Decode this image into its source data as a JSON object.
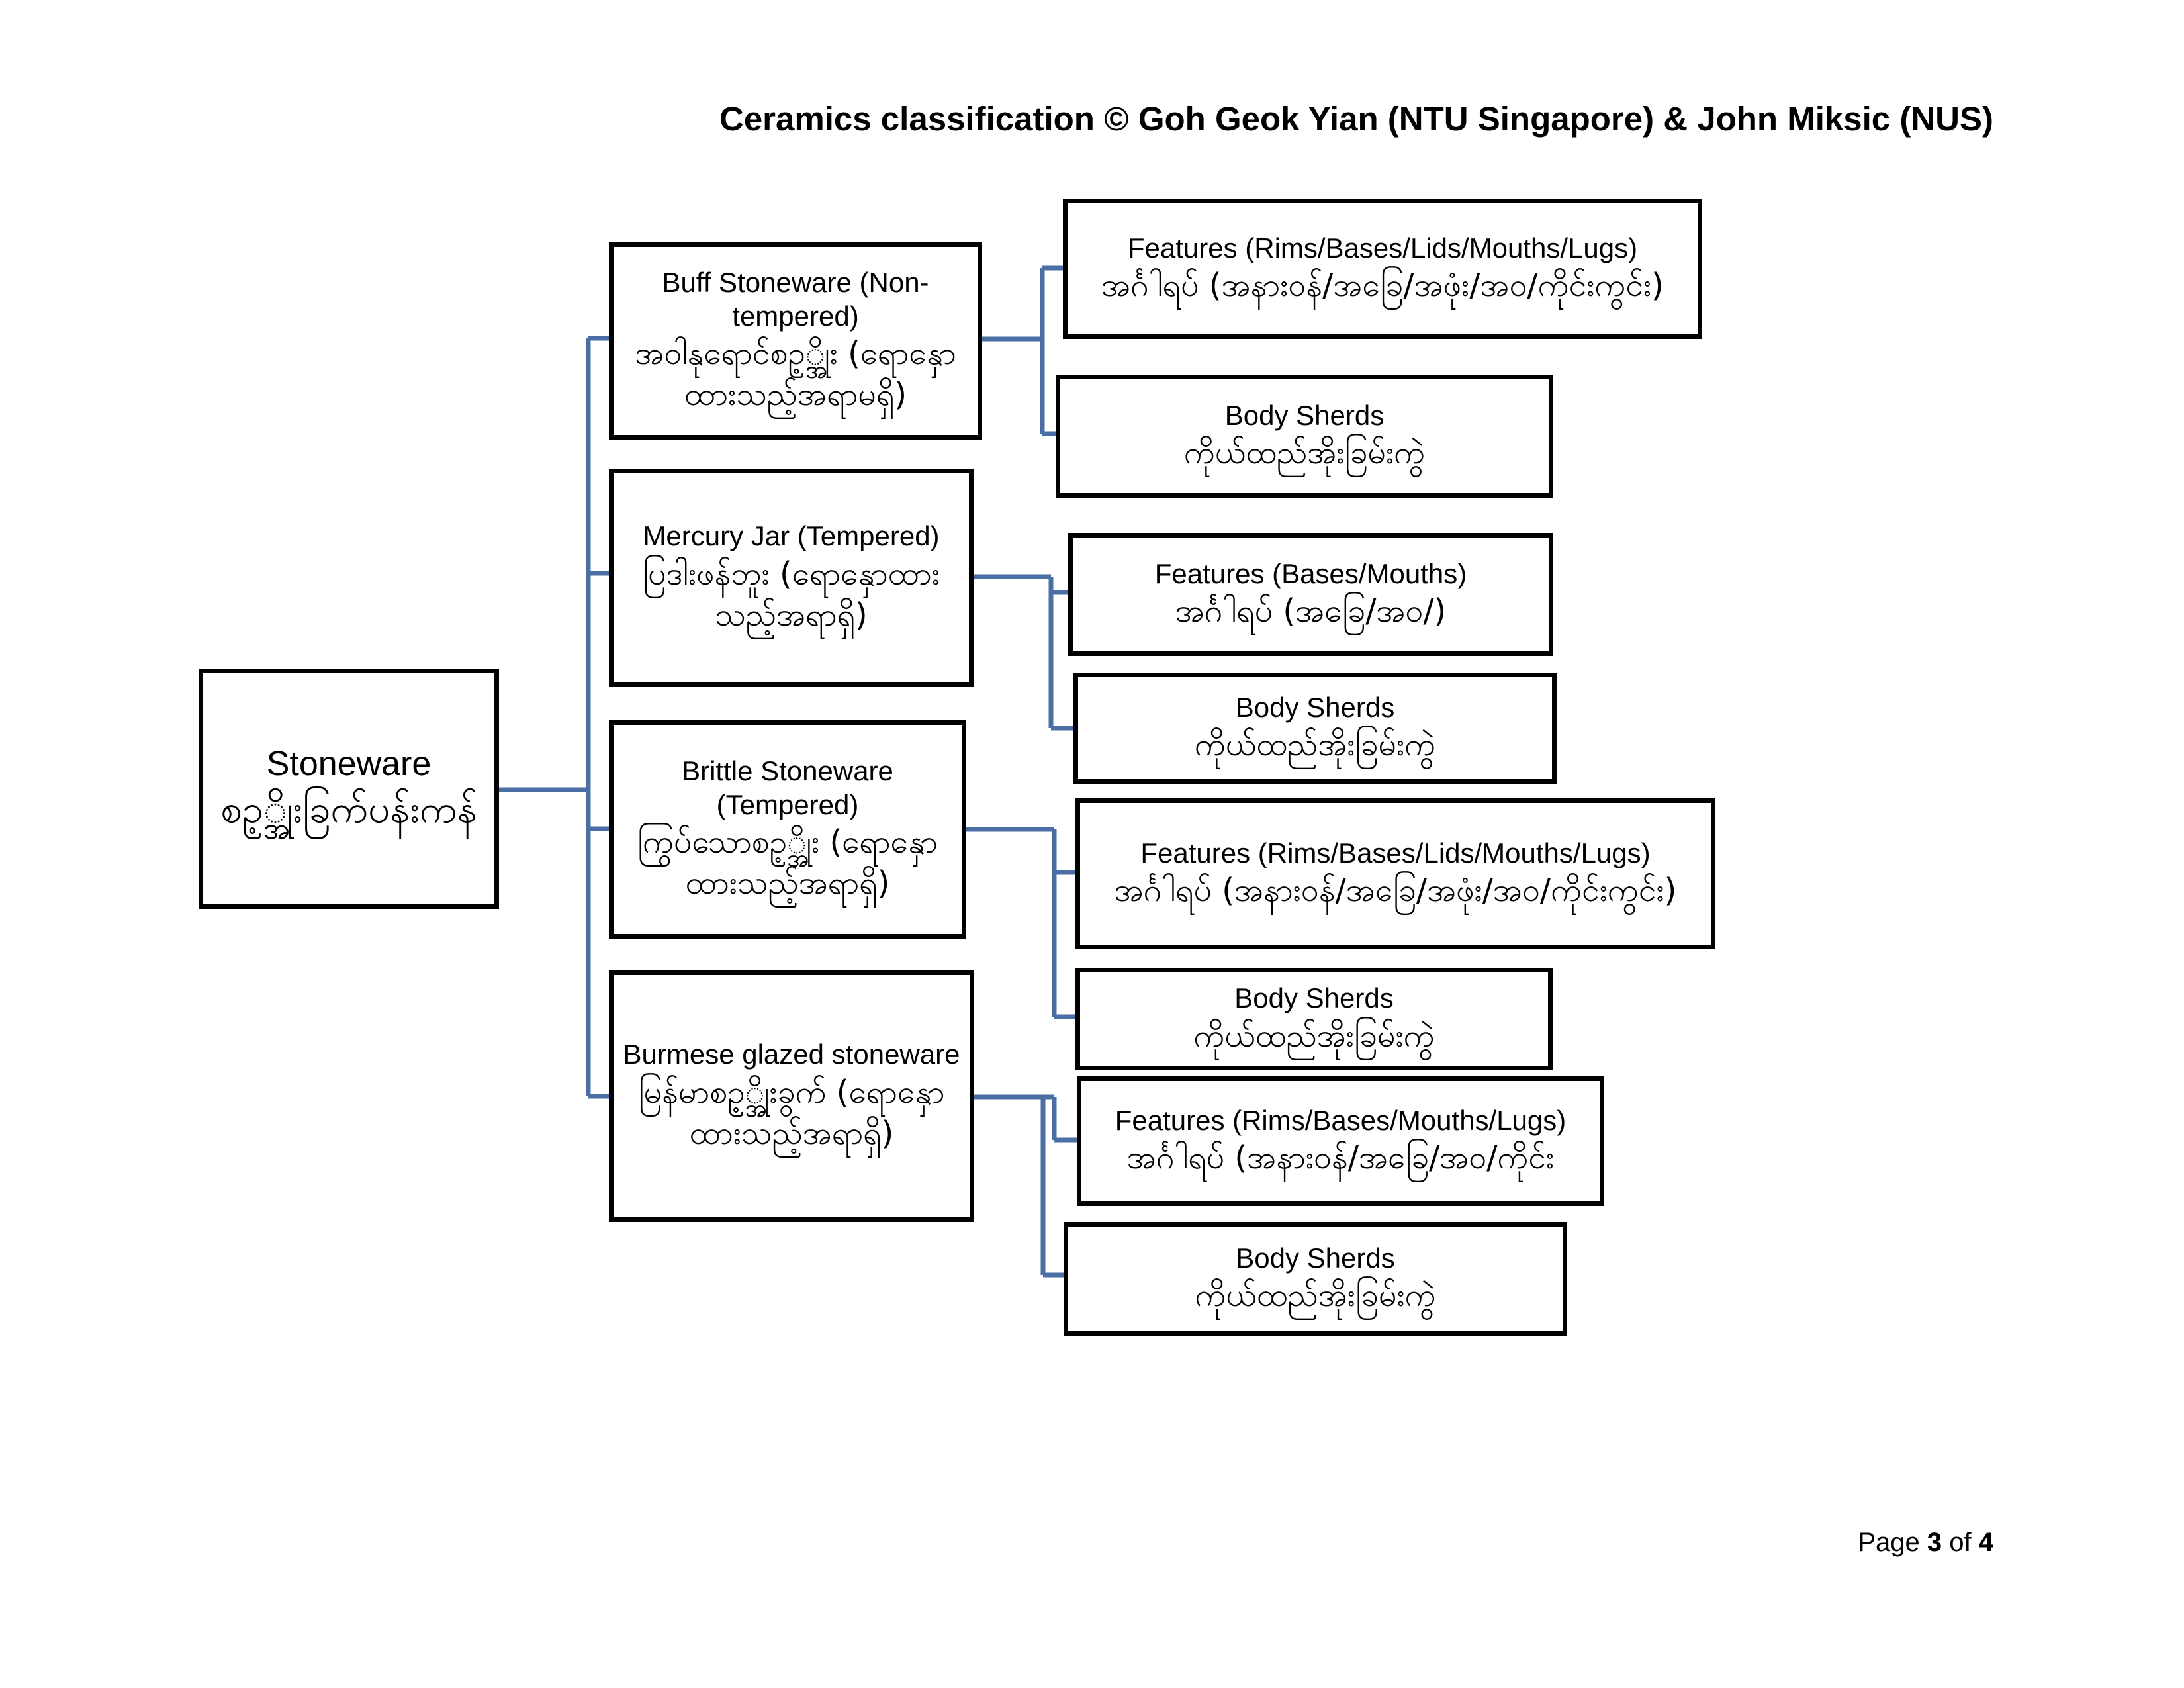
{
  "header": {
    "title": "Ceramics classification © Goh Geok Yian (NTU Singapore) & John Miksic (NUS)"
  },
  "colors": {
    "connector": "#4a6fa5",
    "border": "#000000"
  },
  "root": {
    "en": "Stoneware",
    "my": "စဥ့္အိုးခြက်ပန်းကန်"
  },
  "categories": [
    {
      "en": "Buff Stoneware (Non-tempered)",
      "my": "အဝါနုရောင်စဥ့္အိုး (ရောနှောထားသည့်အရာမရှိ)",
      "children": [
        {
          "en": "Features (Rims/Bases/Lids/Mouths/Lugs)",
          "my": "အင်္ဂါရပ် (အနားဝန်/အခြေ/အဖုံး/အဝ/ကိုင်းကွင်း)"
        },
        {
          "en": "Body Sherds",
          "my": "ကိုယ်ထည်အိုးခြမ်းကွဲ"
        }
      ]
    },
    {
      "en": "Mercury Jar (Tempered)",
      "my": "ပြဒါးဖန်ဘူး (ရောနှောထားသည့်အရာရှိ)",
      "children": [
        {
          "en": "Features (Bases/Mouths)",
          "my": "အင်္ဂါရပ် (အခြေ/အဝ/)"
        },
        {
          "en": "Body Sherds",
          "my": "ကိုယ်ထည်အိုးခြမ်းကွဲ"
        }
      ]
    },
    {
      "en": "Brittle Stoneware (Tempered)",
      "my": "ကြွပ်သောစဥ့္အိုး (ရောနှောထားသည့်အရာရှိ)",
      "children": [
        {
          "en": "Features (Rims/Bases/Lids/Mouths/Lugs)",
          "my": "အင်္ဂါရပ် (အနားဝန်/အခြေ/အဖုံး/အဝ/ကိုင်းကွင်း)"
        },
        {
          "en": "Body Sherds",
          "my": "ကိုယ်ထည်အိုးခြမ်းကွဲ"
        }
      ]
    },
    {
      "en": "Burmese glazed stoneware",
      "my": "မြန်မာစဥ့္အိုးခွက် (ရောနှောထားသည့်အရာရှိ)",
      "children": [
        {
          "en": "Features (Rims/Bases/Mouths/Lugs)",
          "my": "အင်္ဂါရပ် (အနားဝန်/အခြေ/အဝ/ကိုင်း"
        },
        {
          "en": "Body Sherds",
          "my": "ကိုယ်ထည်အိုးခြမ်းကွဲ"
        }
      ]
    }
  ],
  "footer": {
    "prefix": "Page",
    "current": "3",
    "of": "of",
    "total": "4"
  }
}
